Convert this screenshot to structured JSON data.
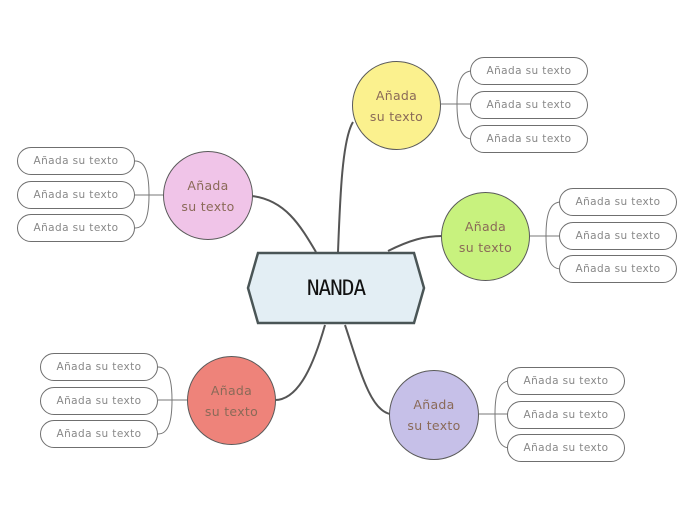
{
  "central": {
    "label": "NANDA"
  },
  "colors": {
    "central_fill": "#e3eef4",
    "central_border": "#4a5556",
    "yellow": "#fbf18e",
    "green": "#c8f27e",
    "purple": "#c6c0e8",
    "red": "#ee837a",
    "pink": "#f0c4e8"
  },
  "branches": [
    {
      "id": "yellow",
      "label": "Añada\nsu texto",
      "color": "#fbf18e",
      "leaves": [
        "Añada su texto",
        "Añada su texto",
        "Añada su texto"
      ]
    },
    {
      "id": "green",
      "label": "Añada\nsu texto",
      "color": "#c8f27e",
      "leaves": [
        "Añada su texto",
        "Añada su texto",
        "Añada su texto"
      ]
    },
    {
      "id": "purple",
      "label": "Añada\nsu texto",
      "color": "#c6c0e8",
      "leaves": [
        "Añada su texto",
        "Añada su texto",
        "Añada su texto"
      ]
    },
    {
      "id": "red",
      "label": "Añada\nsu texto",
      "color": "#ee837a",
      "leaves": [
        "Añada su texto",
        "Añada su texto",
        "Añada su texto"
      ]
    },
    {
      "id": "pink",
      "label": "Añada\nsu texto",
      "color": "#f0c4e8",
      "leaves": [
        "Añada su texto",
        "Añada su texto",
        "Añada su texto"
      ]
    }
  ]
}
